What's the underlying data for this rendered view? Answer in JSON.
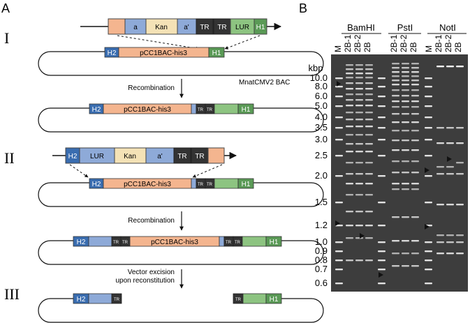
{
  "panel_a": {
    "label": "A",
    "stage_1": "I",
    "stage_2": "II",
    "stage_3": "III",
    "cassette_1": {
      "seg_a": "a",
      "seg_kan": "Kan",
      "seg_a_prime": "a'",
      "seg_tr_1": "TR",
      "seg_tr_2": "TR",
      "seg_lur": "LUR",
      "seg_h1": "H1"
    },
    "bac_1": {
      "h2": "H2",
      "backbone": "pCC1BAC-his3",
      "h1": "H1",
      "name": "MnatCMV2 BAC"
    },
    "step_1": "Recombination",
    "bac_2": {
      "h2": "H2",
      "backbone": "pCC1BAC-his3",
      "tr_1": "TR",
      "tr_2": "TR",
      "h1": "H1"
    },
    "cassette_2": {
      "h2": "H2",
      "lur": "LUR",
      "kan": "Kan",
      "a_prime": "a'",
      "tr_1": "TR",
      "tr_2": "TR"
    },
    "bac_3": {
      "h2": "H2",
      "backbone": "pCC1BAC-his3",
      "tr_1": "TR",
      "tr_2": "TR",
      "h1": "H1"
    },
    "step_2": "Recombination",
    "bac_4": {
      "h2": "H2",
      "tr_1": "TR",
      "tr_2": "TR",
      "backbone": "pCC1BAC-his3",
      "tr_3": "TR",
      "tr_4": "TR",
      "h1": "H1"
    },
    "step_3_line1": "Vector excision",
    "step_3_line2": "upon reconstitution",
    "bac_5": {
      "h2": "H2",
      "tr_left": "TR",
      "tr_right": "TR",
      "h1": "H1"
    }
  },
  "panel_b": {
    "label": "B",
    "groups": [
      {
        "name": "BamHI",
        "lanes": [
          "M",
          "2B-1",
          "2B-2",
          "2B"
        ]
      },
      {
        "name": "PstI",
        "lanes": [
          "2B-1",
          "2B-2",
          "2B"
        ]
      },
      {
        "name": "NotI",
        "lanes": [
          "M",
          "2B-1",
          "2B-2",
          "2B"
        ]
      }
    ],
    "unit": "kbp",
    "ladder": [
      "10.0",
      "8.0",
      "6.0",
      "5.0",
      "4.0",
      "3.5",
      "3.0",
      "2.5",
      "2.0",
      "1.5",
      "1.2",
      "1.0",
      "0.9",
      "0.8",
      "0.7",
      "0.6"
    ]
  },
  "colors": {
    "h1": "#5a9a56",
    "h1_light": "#8dc481",
    "h2": "#3a6db0",
    "h2_light": "#8eaad8",
    "backbone": "#f4b58f",
    "kan": "#f4e2b6",
    "tr": "#333333",
    "gel": "#3d3d3d"
  }
}
